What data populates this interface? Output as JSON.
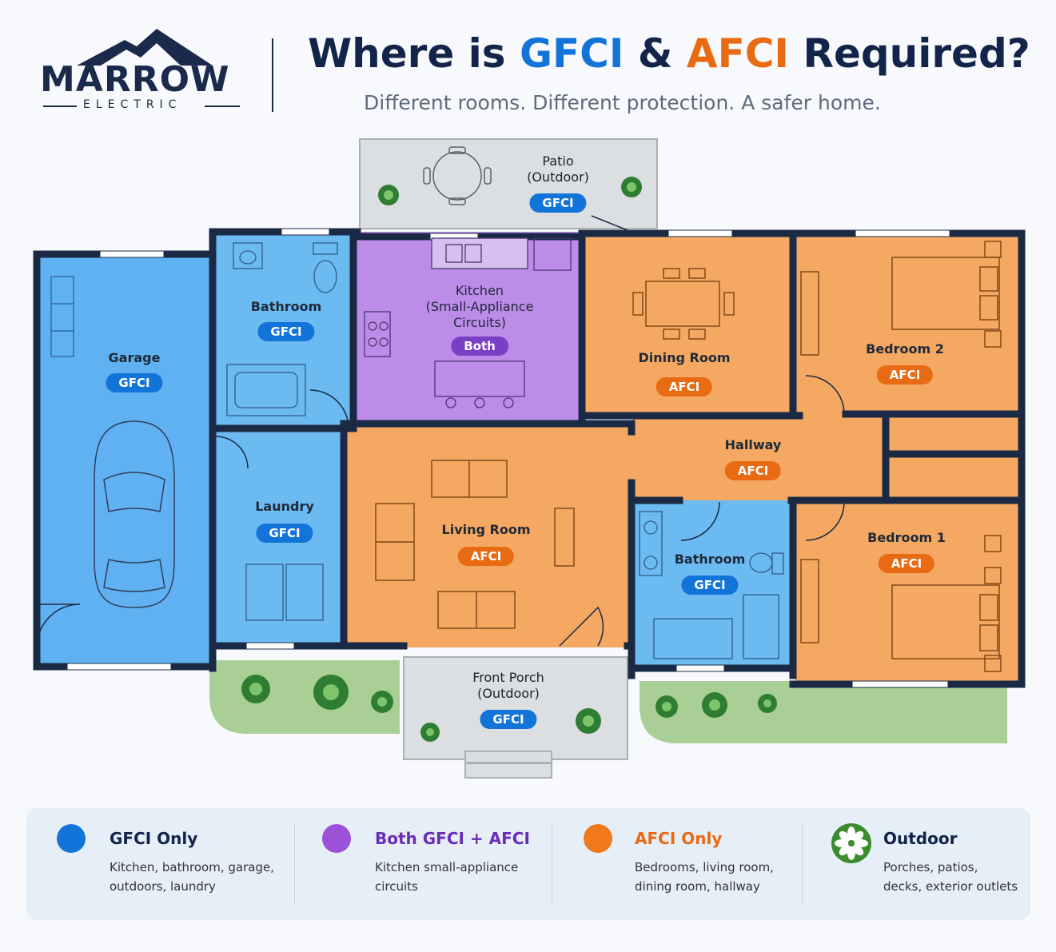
{
  "brand": {
    "name": "MARROW",
    "tagline": "ELECTRIC"
  },
  "header": {
    "title_pre": "Where is ",
    "title_gfci": "GFCI",
    "title_mid": " & ",
    "title_afci": "AFCI",
    "title_post": " Required?",
    "subtitle": "Different rooms. Different protection. A safer home."
  },
  "colors": {
    "gfci": "#1274d8",
    "afci": "#e86a12",
    "both": "#7b3fc6",
    "outdoor": "#3d8b2f",
    "wall": "#1b2a44"
  },
  "rooms": {
    "patio": {
      "name": "Patio\n(Outdoor)",
      "badge": "GFCI"
    },
    "garage": {
      "name": "Garage",
      "badge": "GFCI"
    },
    "bathroom_top": {
      "name": "Bathroom",
      "badge": "GFCI"
    },
    "kitchen": {
      "name": "Kitchen\n(Small-Appliance\nCircuits)",
      "badge": "Both"
    },
    "dining": {
      "name": "Dining Room",
      "badge": "AFCI"
    },
    "bedroom2": {
      "name": "Bedroom 2",
      "badge": "AFCI"
    },
    "hallway": {
      "name": "Hallway",
      "badge": "AFCI"
    },
    "laundry": {
      "name": "Laundry",
      "badge": "GFCI"
    },
    "living": {
      "name": "Living Room",
      "badge": "AFCI"
    },
    "bathroom_bottom": {
      "name": "Bathroom",
      "badge": "GFCI"
    },
    "bedroom1": {
      "name": "Bedroom 1",
      "badge": "AFCI"
    },
    "porch": {
      "name": "Front Porch\n(Outdoor)",
      "badge": "GFCI"
    }
  },
  "legend": [
    {
      "title": "GFCI Only",
      "desc": "Kitchen, bathroom, garage, outdoors, laundry",
      "icon": "blue-dot"
    },
    {
      "title": "Both GFCI + AFCI",
      "desc": "Kitchen small-appliance circuits",
      "icon": "purple-dot"
    },
    {
      "title": "AFCI Only",
      "desc": "Bedrooms, living room, dining room, hallway",
      "icon": "orange-dot"
    },
    {
      "title": "Outdoor",
      "desc": "Porches, patios, decks, exterior outlets",
      "icon": "flower-icon"
    }
  ]
}
